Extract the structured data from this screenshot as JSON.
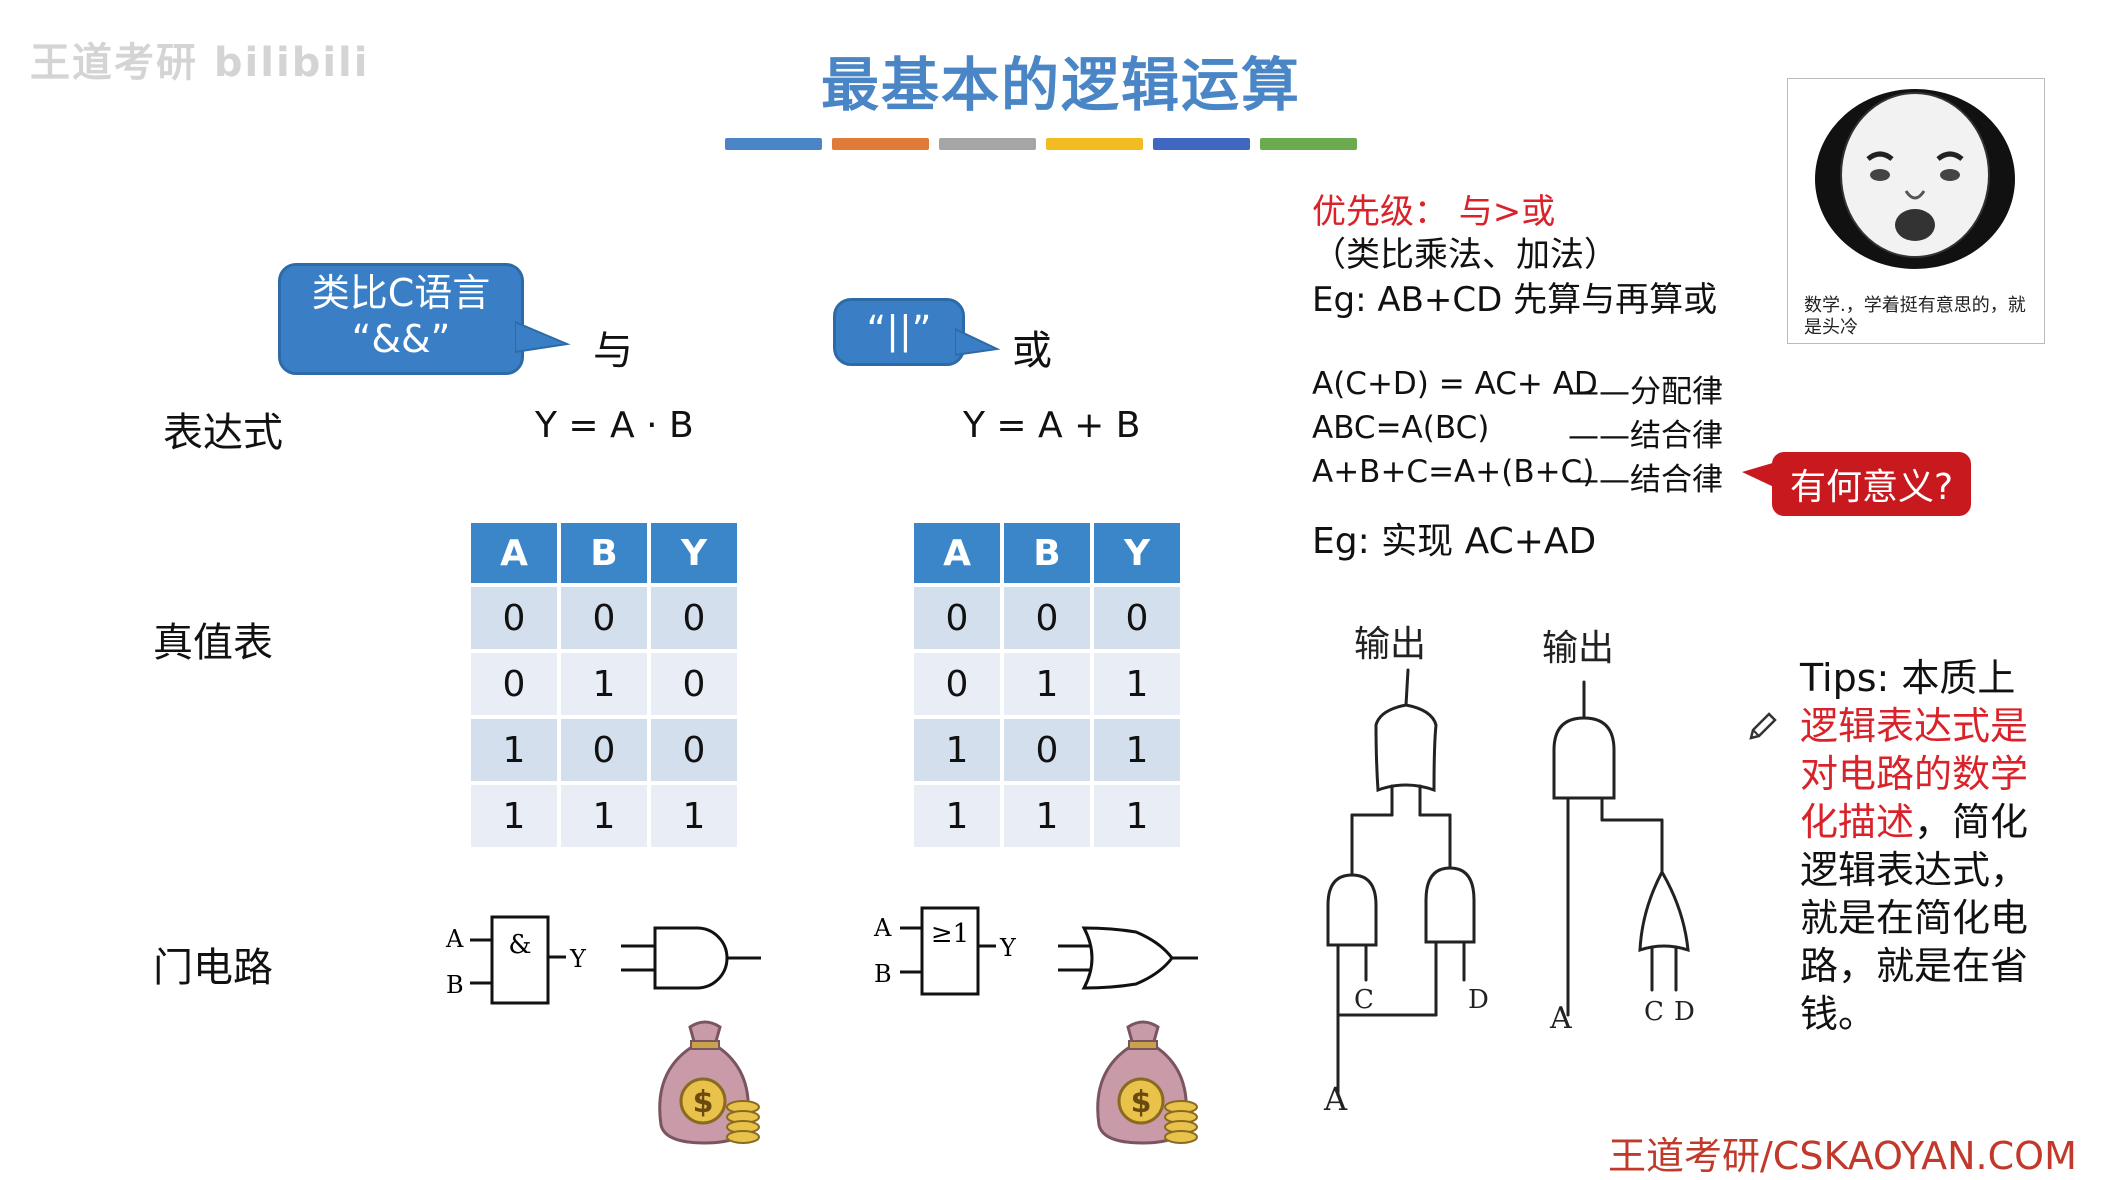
{
  "title": "最基本的逻辑运算",
  "title_bar_colors": [
    "#4a86c6",
    "#e07b39",
    "#a5a5a5",
    "#f2bb22",
    "#3f66c1",
    "#6aab4e"
  ],
  "watermark": "王道考研 bilibili",
  "row_labels": {
    "expression": "表达式",
    "truth_table": "真值表",
    "gate": "门电路"
  },
  "and_section": {
    "bubble_line1": "类比C语言",
    "bubble_line2": "“&&”",
    "op_name": "与",
    "expression": "Y = A · B",
    "headers": [
      "A",
      "B",
      "Y"
    ],
    "rows": [
      [
        "0",
        "0",
        "0"
      ],
      [
        "0",
        "1",
        "0"
      ],
      [
        "1",
        "0",
        "0"
      ],
      [
        "1",
        "1",
        "1"
      ]
    ],
    "gate_symbol": "&",
    "in_a": "A",
    "in_b": "B",
    "out_y": "Y"
  },
  "or_section": {
    "bubble": "“||”",
    "op_name": "或",
    "expression": "Y = A + B",
    "headers": [
      "A",
      "B",
      "Y"
    ],
    "rows": [
      [
        "0",
        "0",
        "0"
      ],
      [
        "0",
        "1",
        "1"
      ],
      [
        "1",
        "0",
        "1"
      ],
      [
        "1",
        "1",
        "1"
      ]
    ],
    "gate_symbol": "≥1",
    "in_a": "A",
    "in_b": "B",
    "out_y": "Y"
  },
  "right": {
    "priority": "优先级： 与>或",
    "analogy": "（类比乘法、加法）",
    "example1": "Eg: AB+CD  先算与再算或",
    "laws": [
      {
        "expr": "A(C+D) = AC+ AD",
        "name": "——分配律"
      },
      {
        "expr": "ABC=A(BC)",
        "name": "——结合律"
      },
      {
        "expr": "A+B+C=A+(B+C)",
        "name": "——结合律"
      }
    ],
    "badge": "有何意义?",
    "example2": "Eg:  实现 AC+AD",
    "sketch_label_out": "输出",
    "sketch_inputs": [
      "A",
      "C",
      "D"
    ]
  },
  "meme_caption": "数学.，学着挺有意思的，就是头冷",
  "tips": {
    "lead": "Tips:  本质上",
    "red1": "逻辑表达式是",
    "red2": "对电路的数学",
    "red3": "化描述",
    "tail1": "，简化",
    "line5": "逻辑表达式，",
    "line6": "就是在简化电",
    "line7": "路，就是在省",
    "line8": "钱。"
  },
  "footer": "王道考研/CSKAOYAN.COM"
}
